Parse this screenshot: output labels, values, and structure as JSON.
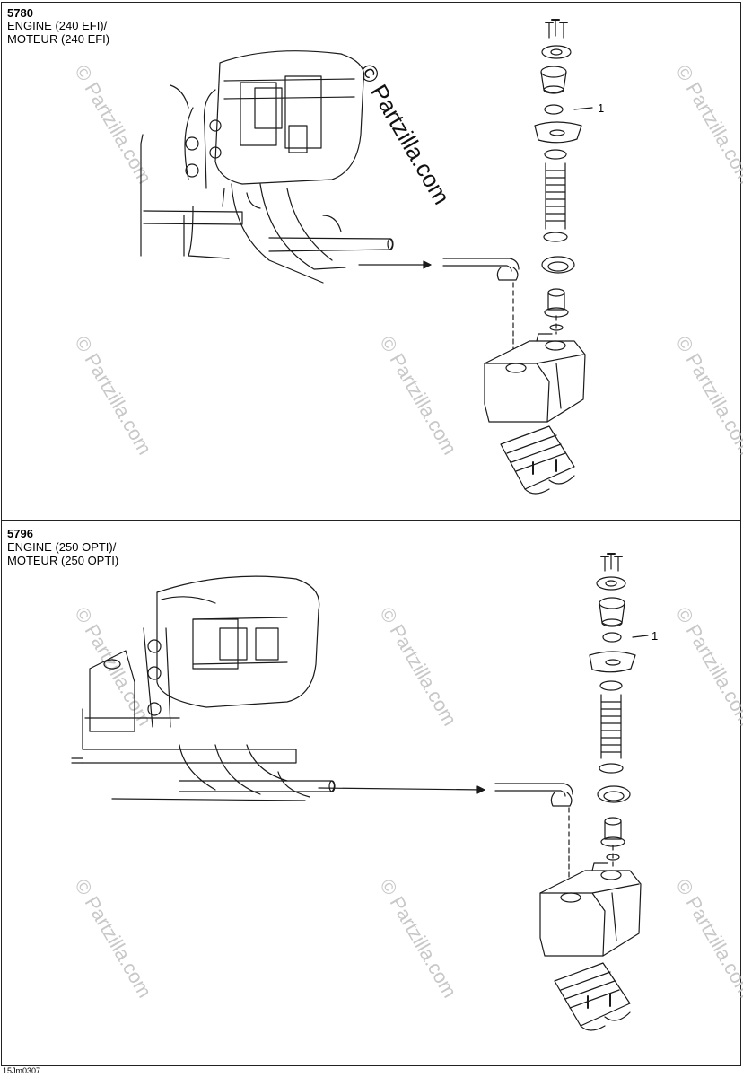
{
  "panels": [
    {
      "number": "5780",
      "line1": "ENGINE (240 EFI)/",
      "line2": "MOTEUR (240 EFI)",
      "callout": "1"
    },
    {
      "number": "5796",
      "line1": "ENGINE (250 OPTI)/",
      "line2": "MOTEUR (250 OPTI)",
      "callout": "1"
    }
  ],
  "watermark": "© Partzilla.com",
  "brand_watermark": "© Partzilla.com",
  "footer_code": "15Jm0307"
}
